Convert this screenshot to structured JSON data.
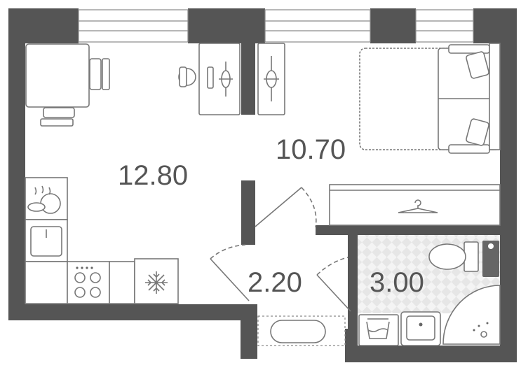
{
  "plan": {
    "rooms": [
      {
        "id": "kitchen-living",
        "area": "12.80"
      },
      {
        "id": "bedroom",
        "area": "10.70"
      },
      {
        "id": "hallway",
        "area": "2.20"
      },
      {
        "id": "bathroom",
        "area": "3.00"
      }
    ],
    "colors": {
      "wall": "#555555",
      "line": "#777777",
      "tile": "#e9e9e9",
      "text": "#555555"
    },
    "icons": [
      "table",
      "chair",
      "desk",
      "desk-lamp",
      "monitor",
      "double-bed",
      "pillow",
      "wardrobe",
      "clothes-hanger",
      "stove-burners",
      "dishes",
      "kitchen-sink",
      "cooktop",
      "refrigerator-snowflake",
      "toilet",
      "corner-shower",
      "washbasin",
      "washing-machine",
      "bathtub-outline",
      "door-swing"
    ]
  }
}
